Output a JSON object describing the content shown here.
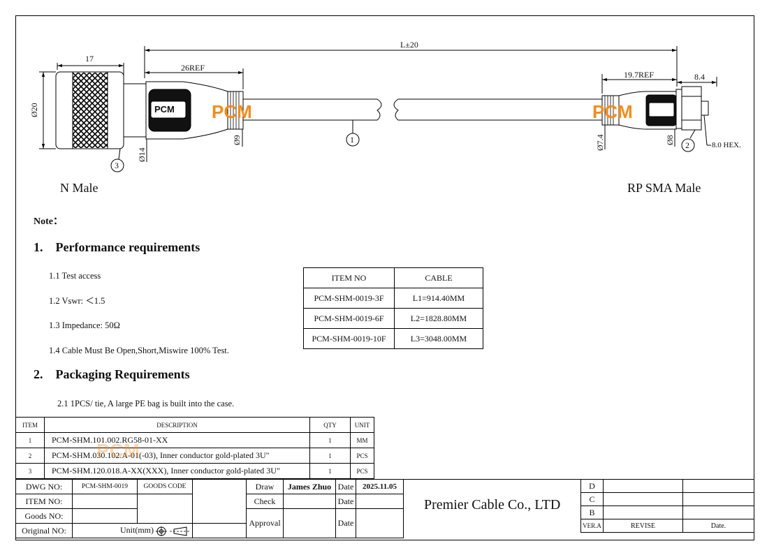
{
  "drawing": {
    "dim_overall_length": "L±20",
    "dim_17": "17",
    "dim_26ref": "26REF",
    "dim_197ref": "19.7REF",
    "dim_84": "8.4",
    "dim_d20": "Ø20",
    "dim_d14": "Ø14",
    "dim_d9": "Ø9",
    "dim_d74": "Ø7.4",
    "dim_d8": "Ø8",
    "dim_hex": "8.0 HEX.",
    "callout_1": "1",
    "callout_2": "2",
    "callout_3": "3",
    "boot_logo": "PCM",
    "watermark_logo": "PCM",
    "left_connector_label": "N Male",
    "right_connector_label": "RP SMA Male"
  },
  "notes": {
    "title": "Note：",
    "section1_title": "1.    Performance requirements",
    "item_1_1": "1.1 Test access",
    "item_1_2": "1.2 Vswr: ＜1.5",
    "item_1_3": "1.3 Impedance: 50Ω",
    "item_1_4": "1.4 Cable Must Be Open,Short,Miswire 100% Test.",
    "section2_title": "2.    Packaging Requirements",
    "item_2_1": "2.1 1PCS/ tie, A large PE bag is built into the case."
  },
  "item_table": {
    "headers": [
      "ITEM NO",
      "CABLE"
    ],
    "rows": [
      [
        "PCM-SHM-0019-3F",
        "L1=914.40MM"
      ],
      [
        "PCM-SHM-0019-6F",
        "L2=1828.80MM"
      ],
      [
        "PCM-SHM-0019-10F",
        "L3=3048.00MM"
      ]
    ]
  },
  "bom": {
    "headers": [
      "ITEM",
      "DESCRIPTION",
      "QTY",
      "UNIT"
    ],
    "rows": [
      [
        "1",
        "PCM-SHM.101.002.RG58-01-XX",
        "1",
        "MM"
      ],
      [
        "2",
        "PCM-SHM.030.102.A-01(-03), Inner conductor gold-plated 3U\"",
        "1",
        "PCS"
      ],
      [
        "3",
        "PCM-SHM.120.018.A-XX(XXX), Inner conductor gold-plated 3U\"",
        "1",
        "PCS"
      ]
    ]
  },
  "title_block": {
    "dwg_no_label": "DWG NO:",
    "dwg_no_value": "PCM-SHM-0019",
    "goods_code_label": "GOODS CODE",
    "item_no_label": "ITEM NO:",
    "goods_no_label": "Goods NO:",
    "original_no_label": "Original NO:",
    "unit_label": "Unit(mm)",
    "draw_label": "Draw",
    "draw_name": "James Zhuo",
    "check_label": "Check",
    "approval_label": "Approval",
    "date_label": "Date",
    "date_value": "2025.11.05",
    "company": "Premier Cable Co., LTD",
    "rev_d": "D",
    "rev_c": "C",
    "rev_b": "B",
    "ver_label": "VER.A",
    "revise_label": "REVISE",
    "date2_label": "Date."
  }
}
